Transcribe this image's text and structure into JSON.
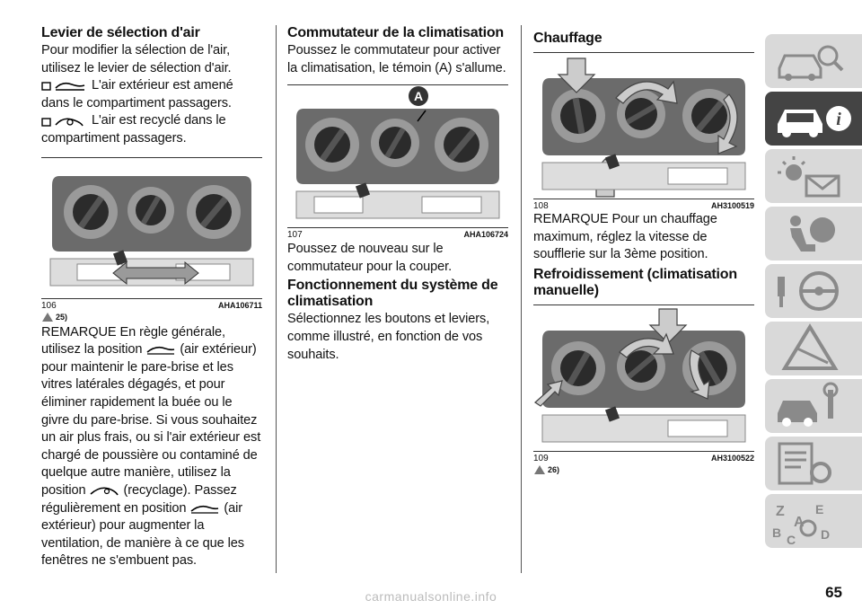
{
  "col1": {
    "h1": "Levier de sélection d'air",
    "p1": "Pour modifier la sélection de l'air, utilisez le levier de sélection d'air.",
    "p2": "L'air extérieur est amené dans le compartiment passagers.",
    "p3": "L'air est recyclé dans le compartiment passagers.",
    "fig_num": "106",
    "fig_code": "AHA106711",
    "warn_ref": "25)",
    "remark_a": "REMARQUE En règle générale, utilisez la position",
    "remark_b": "(air extérieur) pour maintenir le pare-brise et les vitres latérales dégagés, et pour éliminer rapidement la buée ou le givre du pare-brise. Si vous souhaitez un air plus frais, ou si l'air extérieur est chargé de poussière ou contaminé de quelque autre manière, utilisez la position",
    "remark_c": "(recyclage). Passez régulièrement en position",
    "remark_d": "(air extérieur) pour augmenter la ventilation, de manière à ce que les fenêtres ne s'embuent pas."
  },
  "col2": {
    "h1": "Commutateur de la climatisation",
    "p1": "Poussez le commutateur pour activer la climatisation, le témoin (A) s'allume.",
    "fig_label": "A",
    "fig_num": "107",
    "fig_code": "AHA106724",
    "p2": "Poussez de nouveau sur le commutateur pour la couper.",
    "h2": "Fonctionnement du système de climatisation",
    "p3": "Sélectionnez les boutons et leviers, comme illustré, en fonction de vos souhaits."
  },
  "col3": {
    "h1": "Chauffage",
    "fig1_num": "108",
    "fig1_code": "AH3100519",
    "p1": "REMARQUE Pour un chauffage maximum, réglez la vitesse de soufflerie sur la 3ème position.",
    "h2": "Refroidissement (climatisation manuelle)",
    "fig2_num": "109",
    "fig2_code": "AH3100522",
    "warn_ref": "26)"
  },
  "page_number": "65",
  "footer": "carmanualsonline.info",
  "sidebar": {
    "tabs": [
      "car-search-icon",
      "car-info-icon",
      "warning-lights-icon",
      "airbag-icon",
      "steering-key-icon",
      "warning-triangle-icon",
      "car-service-icon",
      "specifications-icon",
      "index-icon"
    ],
    "active_tab": 1
  }
}
